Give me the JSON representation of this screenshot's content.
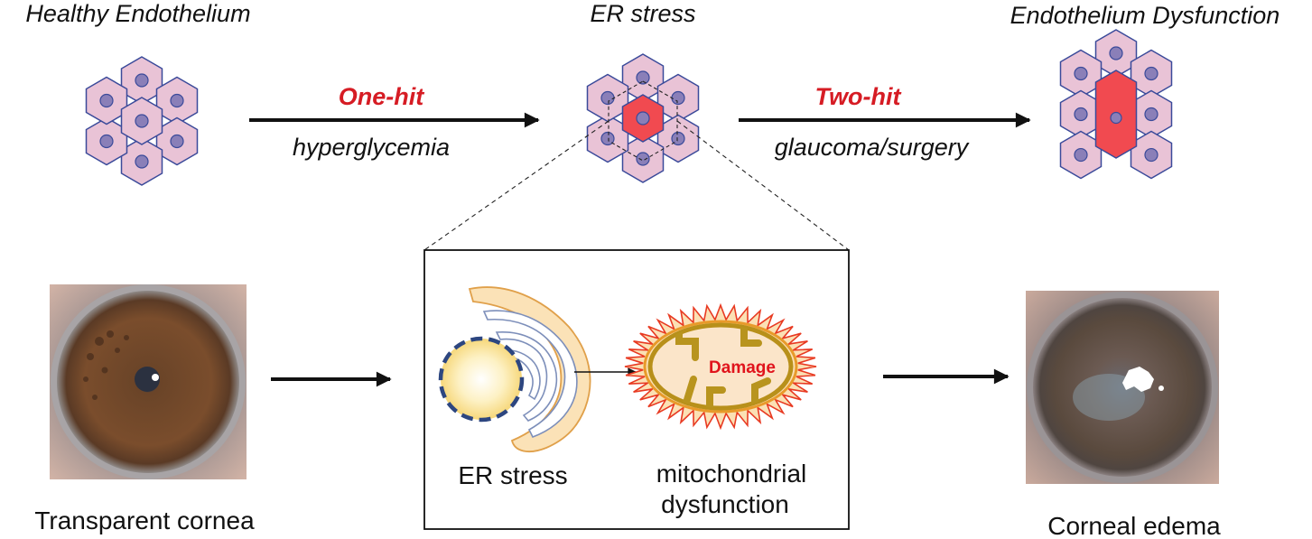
{
  "stages": {
    "healthy": "Healthy Endothelium",
    "er_stress": "ER stress",
    "dysfunction": "Endothelium Dysfunction"
  },
  "hits": {
    "one_hit": "One-hit",
    "one_hit_cause": "hyperglycemia",
    "two_hit": "Two-hit",
    "two_hit_cause": "glaucoma/surgery"
  },
  "mechanism": {
    "er_label": "ER stress",
    "damage_label": "Damage",
    "mito_label_line1": "mitochondrial",
    "mito_label_line2": "dysfunction"
  },
  "cornea": {
    "left_caption": "Transparent cornea",
    "right_caption": "Corneal edema"
  },
  "colors": {
    "cell_fill": "#e9c3d6",
    "cell_stroke": "#3a4a9a",
    "nucleus_fill": "#8a7fb8",
    "stressed_cell_fill": "#f14a50",
    "hit_text": "#d61c24",
    "damage_text": "#e0141c"
  }
}
